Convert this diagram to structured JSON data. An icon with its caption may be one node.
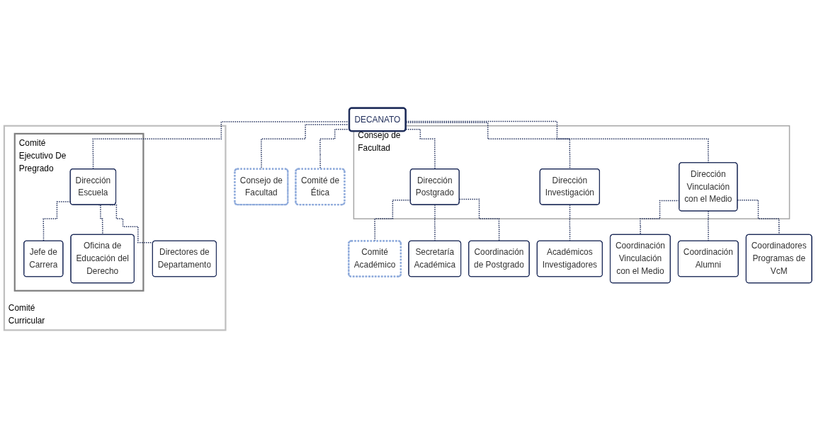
{
  "diagram": {
    "nodes": [
      {
        "text": [
          "DECANATO"
        ]
      },
      {
        "text": [
          "Consejo de Facultad"
        ]
      },
      {
        "text": [
          "Comité de Ética"
        ]
      },
      {
        "text": [
          "Consejo de Facultad"
        ]
      },
      {
        "text": [
          "Comité Curricular"
        ]
      },
      {
        "text": [
          "Comité Ejecutivo De Pregrado"
        ],
        "in": 4
      },
      {
        "text": [
          "Dirección Escuela"
        ],
        "in": 5
      },
      {
        "text": [
          "Dirección Postgrado"
        ],
        "in": 3
      },
      {
        "text": [
          "Dirección Investigación"
        ],
        "in": 3
      },
      {
        "text": [
          "Dirección Vinculación con el Medio"
        ],
        "in": 3
      },
      {
        "text": [
          "Jefe de Carrera"
        ],
        "in": 5
      },
      {
        "text": [
          "Oficina de Educación del Derecho"
        ],
        "in": 5
      },
      {
        "text": [
          "Directores de Departamento"
        ],
        "in": 4
      },
      {
        "text": [
          "Comité Académico"
        ]
      },
      {
        "text": [
          "Secretaría Académica"
        ]
      },
      {
        "text": [
          "Coordinación de Postgrado"
        ]
      },
      {
        "text": [
          "Académicos Investigadores"
        ]
      },
      {
        "text": [
          "Coordinación Vinculación con el Medio"
        ]
      },
      {
        "text": [
          "Coordinación Alumni"
        ]
      },
      {
        "text": [
          "Coordinadores Programas de VcM"
        ]
      }
    ],
    "edges": [
      {
        "from": 0,
        "to": 1,
        "arrow": "none"
      },
      {
        "from": 0,
        "to": 2,
        "arrow": "none"
      },
      {
        "from": 0,
        "to": 6,
        "arrow": "none"
      },
      {
        "from": 0,
        "to": 7,
        "arrow": "none"
      },
      {
        "from": 0,
        "to": 8,
        "arrow": "none"
      },
      {
        "from": 0,
        "to": 9,
        "arrow": "none"
      },
      {
        "from": 6,
        "to": 10,
        "arrow": "none"
      },
      {
        "from": 6,
        "to": 11,
        "arrow": "none"
      },
      {
        "from": 6,
        "to": 12,
        "arrow": "none"
      },
      {
        "from": 7,
        "to": 14,
        "arrow": "none"
      },
      {
        "from": 7,
        "to": 13,
        "arrow": "none"
      },
      {
        "from": 7,
        "to": 15,
        "arrow": "none"
      },
      {
        "from": 8,
        "to": 16,
        "arrow": "none"
      },
      {
        "from": 9,
        "to": 17,
        "arrow": "none"
      },
      {
        "from": 9,
        "to": 18,
        "arrow": "none"
      },
      {
        "from": 9,
        "to": 19,
        "arrow": "none"
      }
    ]
  }
}
